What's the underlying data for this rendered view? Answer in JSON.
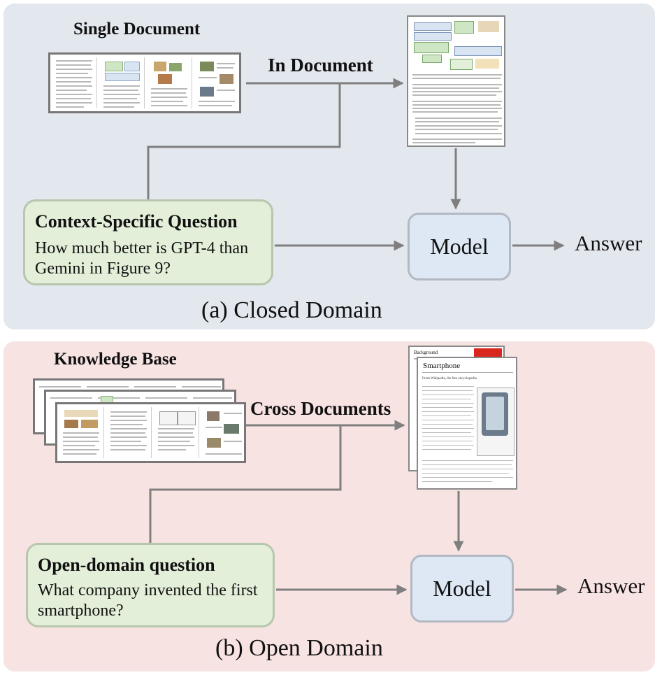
{
  "closed_domain": {
    "caption": "(a) Closed Domain",
    "source_label": "Single Document",
    "retrieval_label": "In Document",
    "question_title": "Context-Specific Question",
    "question_lines": [
      "How much better is GPT-4 than",
      "Gemini in Figure 9?"
    ],
    "model_label": "Model",
    "answer_label": "Answer"
  },
  "open_domain": {
    "caption": "(b) Open Domain",
    "source_label": "Knowledge Base",
    "retrieval_label": "Cross Documents",
    "question_title": "Open-domain question",
    "question_lines": [
      "What company invented the first",
      "smartphone?"
    ],
    "model_label": "Model",
    "answer_label": "Answer",
    "retrieved_doc": {
      "title": "Smartphone",
      "back_title": "Background",
      "subtitle": "From Wikipedia, the free encyclopedia"
    }
  },
  "colors": {
    "closed_panel_bg": "#e3e7ee",
    "open_panel_bg": "#f8e3e3",
    "question_box_bg": "#e3efd9",
    "model_box_bg": "#dde8f4",
    "connector": "#7f7f7f"
  }
}
